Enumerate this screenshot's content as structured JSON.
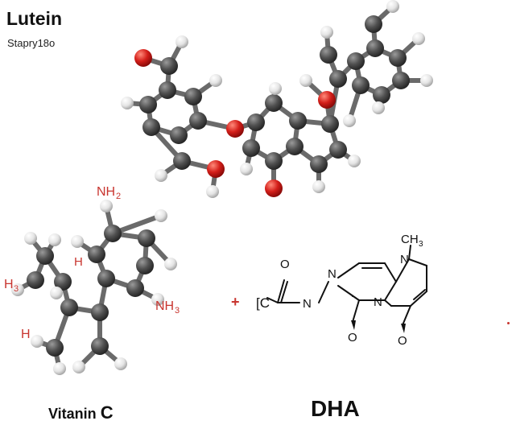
{
  "header": {
    "title": "Lutein",
    "subtitle": "Stapry18o"
  },
  "molecule_left": {
    "labels": {
      "nh2": "NH",
      "nh2_sub": "2",
      "h3": "H",
      "h3_sub": "3",
      "h_small": "H",
      "nh3": "NH",
      "nh3_sub": "3",
      "h_lower": "H"
    },
    "caption_main": "Vitanin",
    "caption_letter": "C"
  },
  "structure_right": {
    "plus": "+",
    "bracket_c": "[C",
    "o_top": "O",
    "n_left": "N",
    "n_ring_top": "N",
    "n_ring_bottom": "N",
    "n_methyl": "N",
    "ch3": "CH",
    "ch3_sub": "3",
    "o_bottom_left": "O",
    "o_bottom_right": "O",
    "caption": "DHA"
  },
  "colors": {
    "carbon": "#4a4a4a",
    "hydrogen": "#e6e6e6",
    "oxygen": "#d42020",
    "label_red": "#c8352f"
  }
}
